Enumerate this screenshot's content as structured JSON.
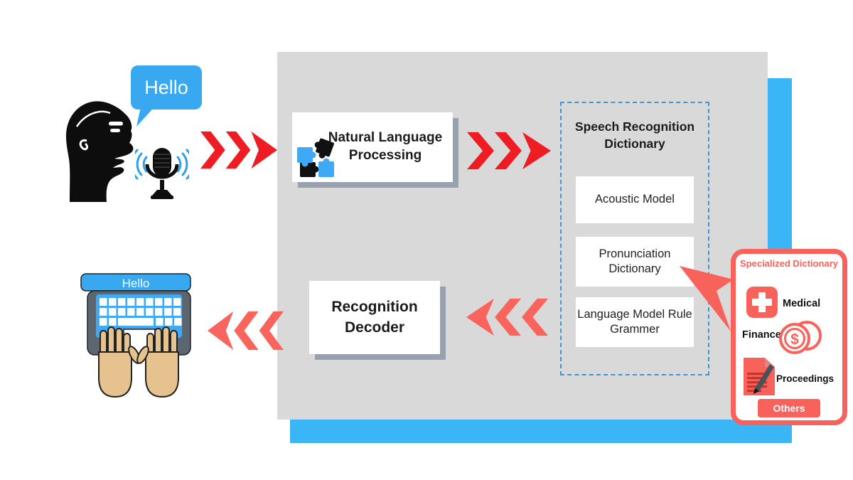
{
  "palette": {
    "bright_red": "#EE1D23",
    "salmon_red": "#F9625A",
    "accent_blue": "#3AB5F5",
    "panel_gray": "#D9D9D9"
  },
  "speaker": {
    "speech_bubble_text": "Hello"
  },
  "pipeline": {
    "nlp_label": "Natural Language Processing",
    "decoder_label": "Recognition Decoder"
  },
  "speech_recognition_dictionary": {
    "title": "Speech Recognition Dictionary",
    "items": [
      "Acoustic Model",
      "Pronunciation Dictionary",
      "Language Model Rule Grammer"
    ]
  },
  "specialized_dictionary": {
    "title": "Specialized Dictionary",
    "entries": [
      {
        "label": "Medical",
        "icon": "medical-cross-icon"
      },
      {
        "label": "Finance",
        "icon": "finance-coins-icon",
        "coin_symbol": "$"
      },
      {
        "label": "Proceedings",
        "icon": "proceedings-document-icon"
      }
    ],
    "others_label": "Others"
  },
  "typing": {
    "screen_text": "Hello"
  }
}
